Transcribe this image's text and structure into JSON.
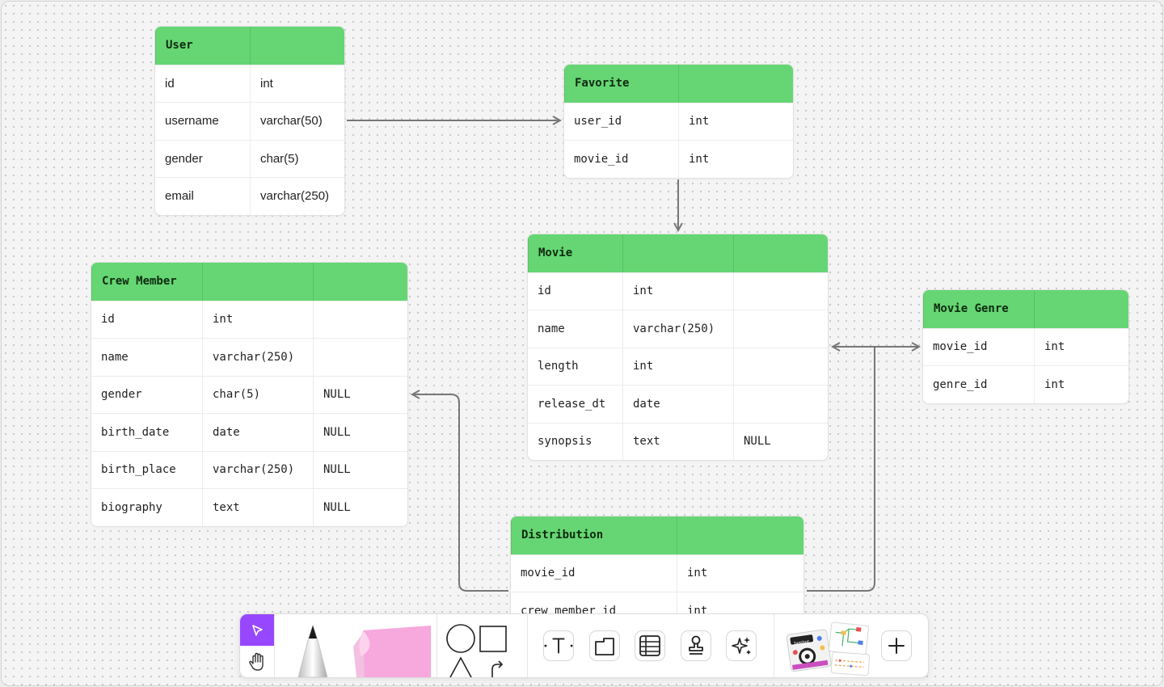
{
  "tables": {
    "user": {
      "title": "User",
      "rows": [
        [
          "id",
          "int"
        ],
        [
          "username",
          "varchar(50)"
        ],
        [
          "gender",
          "char(5)"
        ],
        [
          "email",
          "varchar(250)"
        ]
      ]
    },
    "favorite": {
      "title": "Favorite",
      "rows": [
        [
          "user_id",
          "int"
        ],
        [
          "movie_id",
          "int"
        ]
      ]
    },
    "movie": {
      "title": "Movie",
      "rows": [
        [
          "id",
          "int",
          ""
        ],
        [
          "name",
          "varchar(250)",
          ""
        ],
        [
          "length",
          "int",
          ""
        ],
        [
          "release_dt",
          "date",
          ""
        ],
        [
          "synopsis",
          "text",
          "NULL"
        ]
      ]
    },
    "crew_member": {
      "title": "Crew Member",
      "rows": [
        [
          "id",
          "int",
          ""
        ],
        [
          "name",
          "varchar(250)",
          ""
        ],
        [
          "gender",
          "char(5)",
          "NULL"
        ],
        [
          "birth_date",
          "date",
          "NULL"
        ],
        [
          "birth_place",
          "varchar(250)",
          "NULL"
        ],
        [
          "biography",
          "text",
          "NULL"
        ]
      ]
    },
    "movie_genre": {
      "title": "Movie Genre",
      "rows": [
        [
          "movie_id",
          "int"
        ],
        [
          "genre_id",
          "int"
        ]
      ]
    },
    "distribution": {
      "title": "Distribution",
      "rows": [
        [
          "movie_id",
          "int"
        ],
        [
          "crew_member_id",
          "int"
        ]
      ]
    }
  },
  "toolbar": {
    "tools": [
      "select-tool",
      "hand-tool",
      "pen-tool",
      "sticky-note-tool",
      "shape-tool",
      "text-tool",
      "section-tool",
      "table-tool",
      "stamp-tool",
      "ai-tool",
      "templates-tool",
      "more-tool"
    ],
    "templates_badge": "Jambot"
  },
  "colors": {
    "header_green": "#65d673",
    "select_purple": "#9747ff",
    "sticky_pink": "#f7a8dc",
    "connector": "#777777"
  }
}
